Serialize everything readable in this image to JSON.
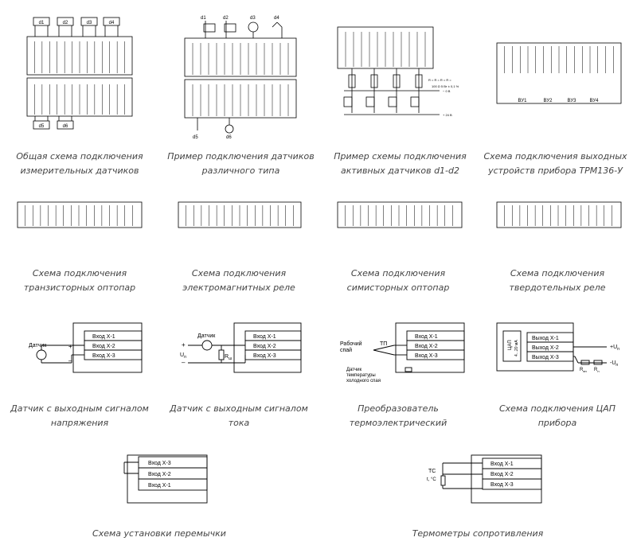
{
  "captions": {
    "c1": [
      "Общая схема подключения",
      "измерительных датчиков"
    ],
    "c2": [
      "Пример подключения датчиков",
      "различного типа"
    ],
    "c3": [
      "Пример схемы подключения",
      "активных датчиков d1-d2"
    ],
    "c4": [
      "Схема подключения выходных",
      "устройств прибора ТРМ136-У"
    ],
    "c5": [
      "Схема подключения",
      "транзисторных оптопар"
    ],
    "c6": [
      "Схема подключения",
      "электромагнитных реле"
    ],
    "c7": [
      "Схема подключения",
      "симисторных оптопар"
    ],
    "c8": [
      "Схема подключения",
      "твердотельных реле"
    ],
    "c9": [
      "Датчик с выходным сигналом",
      "напряжения"
    ],
    "c10": [
      "Датчик с выходным сигналом",
      "тока"
    ],
    "c11": [
      "Преобразователь",
      "термоэлектрический"
    ],
    "c12": [
      "Схема подключения ЦАП",
      "прибора"
    ],
    "c13": [
      "Схема установки перемычки"
    ],
    "c14": [
      "Термометры сопротивления"
    ]
  },
  "labels": {
    "vhod1": "Вход Х-1",
    "vhod2": "Вход Х-2",
    "vhod3": "Вход Х-3",
    "vyhod1": "Выход Х-1",
    "vyhod2": "Выход Х-2",
    "vyhod3": "Выход Х-3",
    "datchik_short": "Датчик",
    "datchik_long": "Датчик",
    "plus": "+",
    "minus": "–",
    "up": "U",
    "up_sub": "п",
    "rsh": "R",
    "rsh_sub": "ш",
    "work_junction_1": "Рабочий",
    "work_junction_2": "спай",
    "tp": "ТП",
    "cold_1": "Датчик",
    "cold_2": "температуры",
    "cold_3": "холодного спая",
    "cap_1": "ЦАП",
    "cap_2": "4...20 мА",
    "rvn": "R",
    "rvn_sub": "вн",
    "rn": "R",
    "rn_sub": "н",
    "ui_plus": "+U",
    "ui_minus": "-U",
    "ui_sub": "п",
    "tc": "ТС",
    "tc_temp": "t, °C",
    "d1": "d1",
    "d2": "d2",
    "d3": "d3",
    "d4": "d4",
    "d5": "d5",
    "d6": "d6",
    "vu1": "ВУ1",
    "vu2": "ВУ2",
    "vu3": "ВУ3",
    "vu4": "ВУ4",
    "minus_0v": "− 0 В",
    "plus_24v": "+ 24 В",
    "rh": "R",
    "rh_sub": "н",
    "formula": "R  = R  = R  = R  =",
    "formula2": "100 Ω  5 Вт ± 0,1 %",
    "ellipsis": "..."
  }
}
